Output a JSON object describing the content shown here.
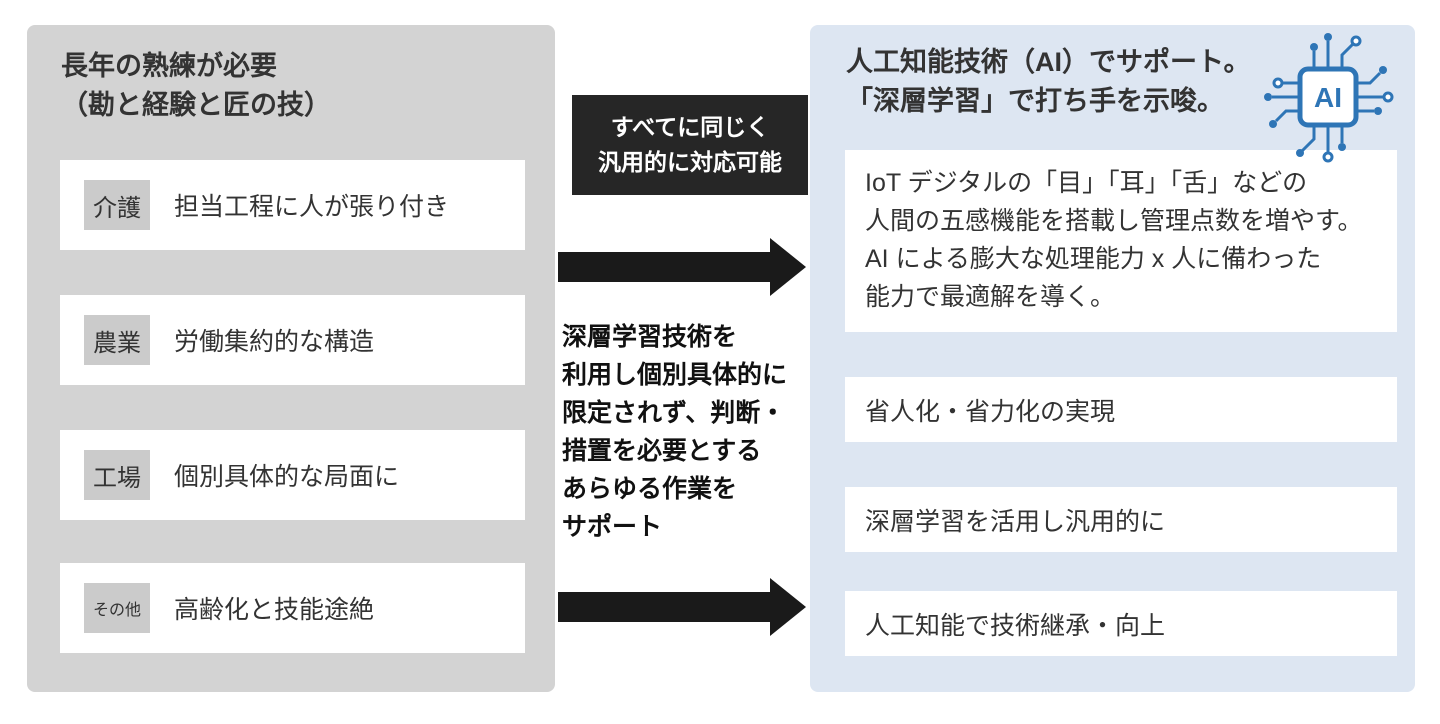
{
  "left_panel": {
    "title": "長年の熟練が必要\n（勘と経験と匠の技）",
    "rows": [
      {
        "label": "介護",
        "text": "担当工程に人が張り付き"
      },
      {
        "label": "農業",
        "text": "労働集約的な構造"
      },
      {
        "label": "工場",
        "text": "個別具体的な局面に"
      },
      {
        "label": "その他",
        "text": "高齢化と技能途絶"
      }
    ]
  },
  "middle": {
    "badge": "すべてに同じく\n汎用的に対応可能",
    "description": "深層学習技術を\n利用し個別具体的に\n限定されず、判断・\n措置を必要とする\nあらゆる作業を\nサポート"
  },
  "right_panel": {
    "title": "人工知能技術（AI）でサポート。\n「深層学習」で打ち手を示唆。",
    "ai_icon_label": "AI",
    "rows": [
      {
        "text": "IoT デジタルの「目」「耳」「舌」などの\n人間の五感機能を搭載し管理点数を増やす。\nAI による膨大な処理能力 x 人に備わった\n能力で最適解を導く。"
      },
      {
        "text": "省人化・省力化の実現"
      },
      {
        "text": "深層学習を活用し汎用的に"
      },
      {
        "text": "人工知能で技術継承・向上"
      }
    ]
  },
  "colors": {
    "left_panel_bg": "#d3d3d3",
    "right_panel_bg": "#dde6f2",
    "badge_bg": "#262626",
    "arrow": "#1a1a1a",
    "accent_blue": "#2e75b6"
  }
}
